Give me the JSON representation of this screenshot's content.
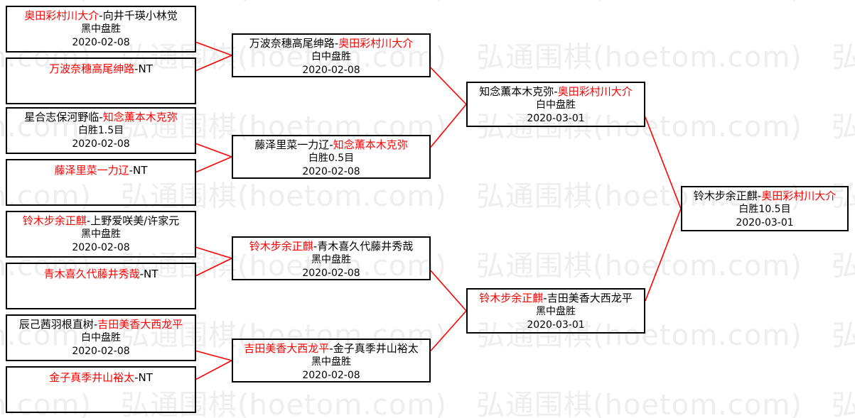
{
  "watermark": {
    "text": "弘通围棋(hoetom.com)",
    "color": "#eeeeee"
  },
  "colors": {
    "winner": "#ff0000",
    "loser": "#000000",
    "box_border": "#000000",
    "connector": "#ff0000",
    "background": "#ffffff"
  },
  "bracket": {
    "round1": [
      {
        "id": "r1-m1",
        "left_player": "奥田彩村川大介",
        "left_is_winner": true,
        "right_player": "向井千瑛小林觉",
        "right_is_winner": false,
        "separator": "-",
        "result": "黑中盘胜",
        "date": "2020-02-08"
      },
      {
        "id": "r1-m2",
        "left_player": "万波奈穗高尾绅路",
        "left_is_winner": true,
        "right_player": "NT",
        "right_is_winner": false,
        "separator": "-",
        "result": "",
        "date": ""
      },
      {
        "id": "r1-m3",
        "left_player": "星合志保河野临",
        "left_is_winner": false,
        "right_player": "知念薫本木克弥",
        "right_is_winner": true,
        "separator": "-",
        "result": "白胜1.5目",
        "date": "2020-02-08"
      },
      {
        "id": "r1-m4",
        "left_player": "藤泽里菜一力辽",
        "left_is_winner": true,
        "right_player": "NT",
        "right_is_winner": false,
        "separator": "-",
        "result": "",
        "date": ""
      },
      {
        "id": "r1-m5",
        "left_player": "铃木步余正麒",
        "left_is_winner": true,
        "right_player": "上野爱咲美/许家元",
        "right_is_winner": false,
        "separator": "-",
        "result": "黑中盘胜",
        "date": "2020-02-08"
      },
      {
        "id": "r1-m6",
        "left_player": "青木喜久代藤井秀哉",
        "left_is_winner": true,
        "right_player": "NT",
        "right_is_winner": false,
        "separator": "-",
        "result": "",
        "date": ""
      },
      {
        "id": "r1-m7",
        "left_player": "辰己茜羽根直树",
        "left_is_winner": false,
        "right_player": "吉田美香大西龙平",
        "right_is_winner": true,
        "separator": "-",
        "result": "白中盘胜",
        "date": "2020-02-08"
      },
      {
        "id": "r1-m8",
        "left_player": "金子真季井山裕太",
        "left_is_winner": true,
        "right_player": "NT",
        "right_is_winner": false,
        "separator": "-",
        "result": "",
        "date": ""
      }
    ],
    "round2": [
      {
        "id": "r2-m1",
        "left_player": "万波奈穗高尾绅路",
        "left_is_winner": false,
        "right_player": "奥田彩村川大介",
        "right_is_winner": true,
        "separator": "-",
        "result": "白中盘胜",
        "date": "2020-02-08"
      },
      {
        "id": "r2-m2",
        "left_player": "藤泽里菜一力辽",
        "left_is_winner": false,
        "right_player": "知念薫本木克弥",
        "right_is_winner": true,
        "separator": "-",
        "result": "白胜0.5目",
        "date": "2020-02-08"
      },
      {
        "id": "r2-m3",
        "left_player": "铃木步余正麒",
        "left_is_winner": true,
        "right_player": "青木喜久代藤井秀哉",
        "right_is_winner": false,
        "separator": "-",
        "result": "黑中盘胜",
        "date": "2020-02-08"
      },
      {
        "id": "r2-m4",
        "left_player": "吉田美香大西龙平",
        "left_is_winner": true,
        "right_player": "金子真季井山裕太",
        "right_is_winner": false,
        "separator": "-",
        "result": "黑中盘胜",
        "date": "2020-02-08"
      }
    ],
    "round3": [
      {
        "id": "r3-m1",
        "left_player": "知念薫本木克弥",
        "left_is_winner": false,
        "right_player": "奥田彩村川大介",
        "right_is_winner": true,
        "separator": "-",
        "result": "白中盘胜",
        "date": "2020-03-01"
      },
      {
        "id": "r3-m2",
        "left_player": "铃木步余正麒",
        "left_is_winner": true,
        "right_player": "吉田美香大西龙平",
        "right_is_winner": false,
        "separator": "-",
        "result": "黑中盘胜",
        "date": "2020-03-01"
      }
    ],
    "final": [
      {
        "id": "r4-m1",
        "left_player": "铃木步余正麒",
        "left_is_winner": false,
        "right_player": "奥田彩村川大介",
        "right_is_winner": true,
        "separator": "-",
        "result": "白胜10.5目",
        "date": "2020-03-01"
      }
    ]
  }
}
